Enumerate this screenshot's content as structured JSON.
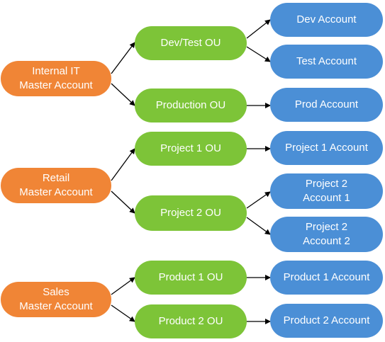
{
  "masters": {
    "internal_it": "Internal IT\nMaster Account",
    "retail": "Retail\nMaster Account",
    "sales": "Sales\nMaster Account"
  },
  "ous": {
    "dev_test": "Dev/Test OU",
    "production": "Production OU",
    "project_1": "Project 1 OU",
    "project_2": "Project 2 OU",
    "product_1": "Product 1 OU",
    "product_2": "Product 2 OU"
  },
  "accounts": {
    "dev": "Dev Account",
    "test": "Test Account",
    "prod": "Prod Account",
    "project_1": "Project 1 Account",
    "project_2_account_1": "Project 2\nAccount 1",
    "project_2_account_2": "Project 2\nAccount 2",
    "product_1": "Product 1 Account",
    "product_2": "Product 2 Account"
  },
  "colors": {
    "master": "#f08536",
    "ou": "#7dc438",
    "account": "#4b8fd6",
    "connector": "#000000"
  }
}
